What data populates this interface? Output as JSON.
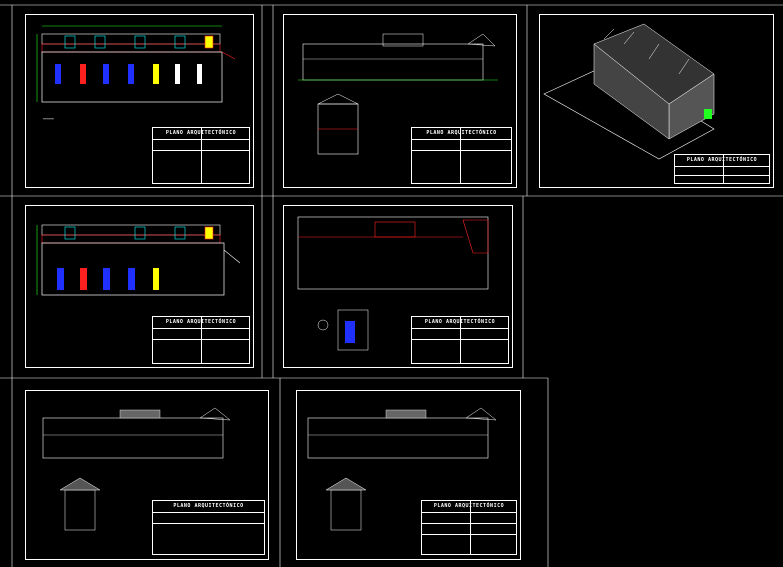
{
  "sheets": [
    {
      "title": "PLANO ARQUITECTÓNICO"
    },
    {
      "title": "PLANO ARQUITECTÓNICO"
    },
    {
      "title": "PLANO ARQUITECTÓNICO"
    },
    {
      "title": "PLANO ARQUITECTÓNICO"
    },
    {
      "title": "PLANO ARQUITECTÓNICO"
    },
    {
      "title": "PLANO ARQUITECTÓNICO"
    },
    {
      "title": "PLANO ARQUITECTÓNICO"
    }
  ],
  "colors": {
    "background": "#000000",
    "lines": "#ffffff",
    "red": "#ff2020",
    "blue": "#2030ff",
    "yellow": "#ffff00",
    "cyan": "#00ffff",
    "green": "#20ff20"
  }
}
